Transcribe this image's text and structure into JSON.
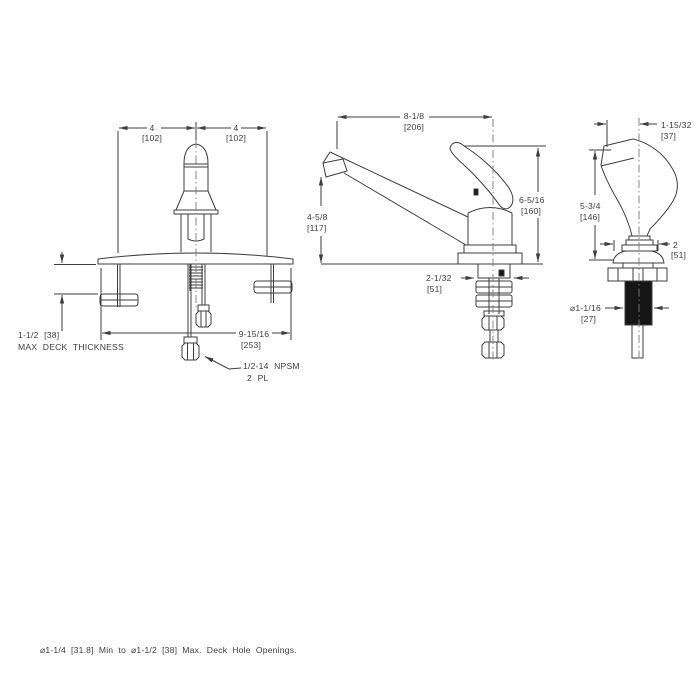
{
  "colors": {
    "line": "#3e3e3e",
    "center": "#7a7a7a",
    "text": "#3e3e3e",
    "solid": "#161616",
    "bg": "#ffffff"
  },
  "front": {
    "dim_left_in": "4",
    "dim_left_mm": "[102]",
    "dim_right_in": "4",
    "dim_right_mm": "[102]",
    "dim_spread_in": "9-15/16",
    "dim_spread_mm": "[253]",
    "deck_line1": "1-1/2 [38]",
    "deck_line2": "MAX DECK THICKNESS",
    "npsm_line1": "1/2-14 NPSM",
    "npsm_line2": "2 PL"
  },
  "side": {
    "dim_reach_in": "8-1/8",
    "dim_reach_mm": "[206]",
    "dim_spout_in": "4-5/8",
    "dim_spout_mm": "[117]",
    "dim_height_in": "6-5/16",
    "dim_height_mm": "[160]",
    "dim_clamp_in": "2-1/32",
    "dim_clamp_mm": "[51]"
  },
  "spray": {
    "dim_offset_in": "1-15/32",
    "dim_offset_mm": "[37]",
    "dim_height_in": "5-3/4",
    "dim_height_mm": "[146]",
    "dim_base_in": "2",
    "dim_base_mm": "[51]",
    "dim_shank_in": "⌀1-1/16",
    "dim_shank_mm": "[27]"
  },
  "footnote": "⌀1-1/4 [31.8] Min to ⌀1-1/2 [38] Max. Deck Hole Openings."
}
